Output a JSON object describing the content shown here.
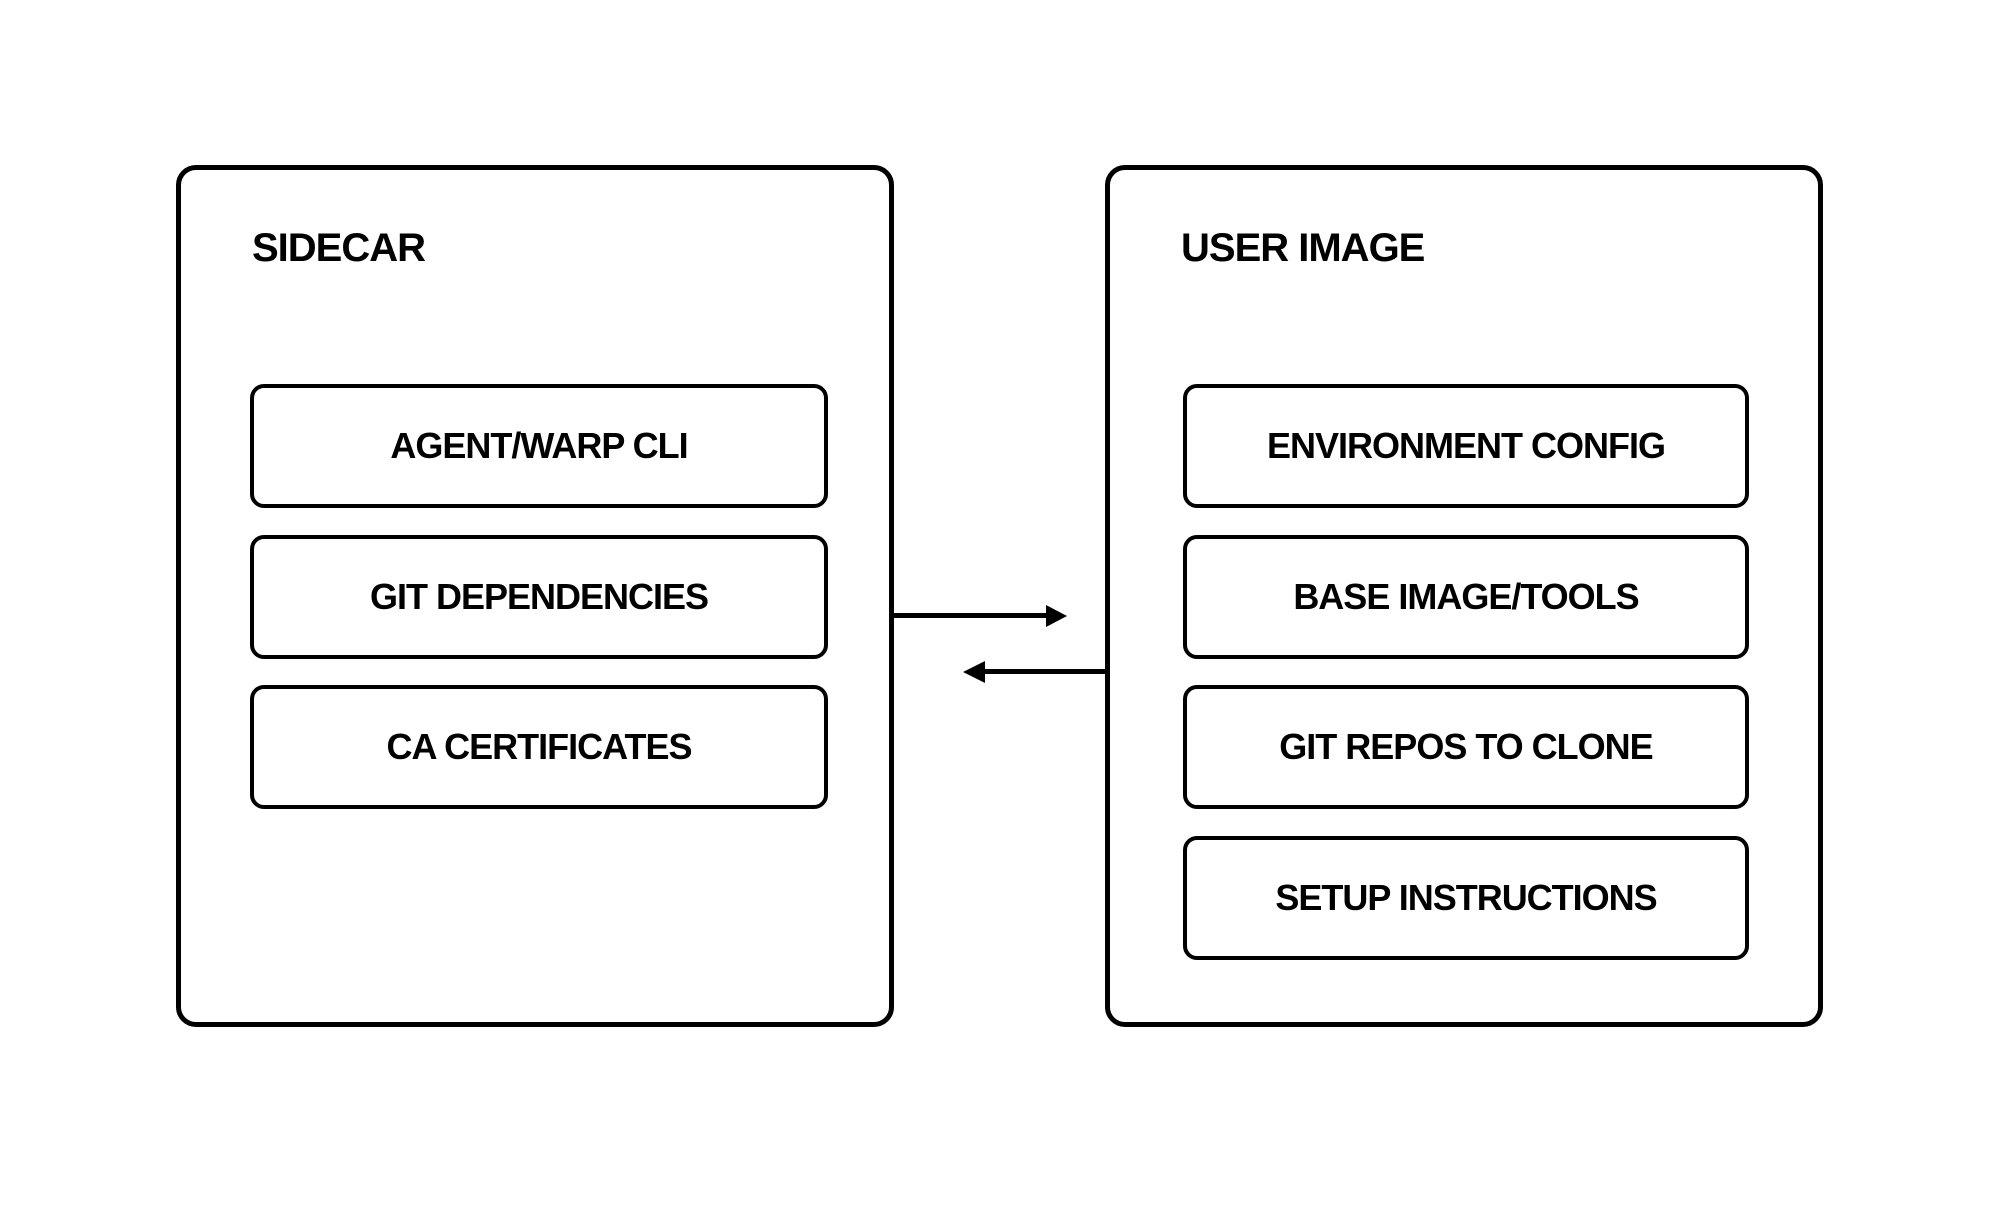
{
  "page": {
    "background": "#ffffff",
    "ink": "#000000"
  },
  "sidecar": {
    "title": "SIDECAR",
    "items": [
      "AGENT/WARP CLI",
      "GIT DEPENDENCIES",
      "CA CERTIFICATES"
    ]
  },
  "user_image": {
    "title": "USER IMAGE",
    "items": [
      "ENVIRONMENT CONFIG",
      "BASE IMAGE/TOOLS",
      "GIT REPOS TO CLONE",
      "SETUP INSTRUCTIONS"
    ]
  },
  "arrows": [
    {
      "name": "sidecar-to-user-image",
      "direction": "right"
    },
    {
      "name": "user-image-to-sidecar",
      "direction": "left"
    }
  ]
}
